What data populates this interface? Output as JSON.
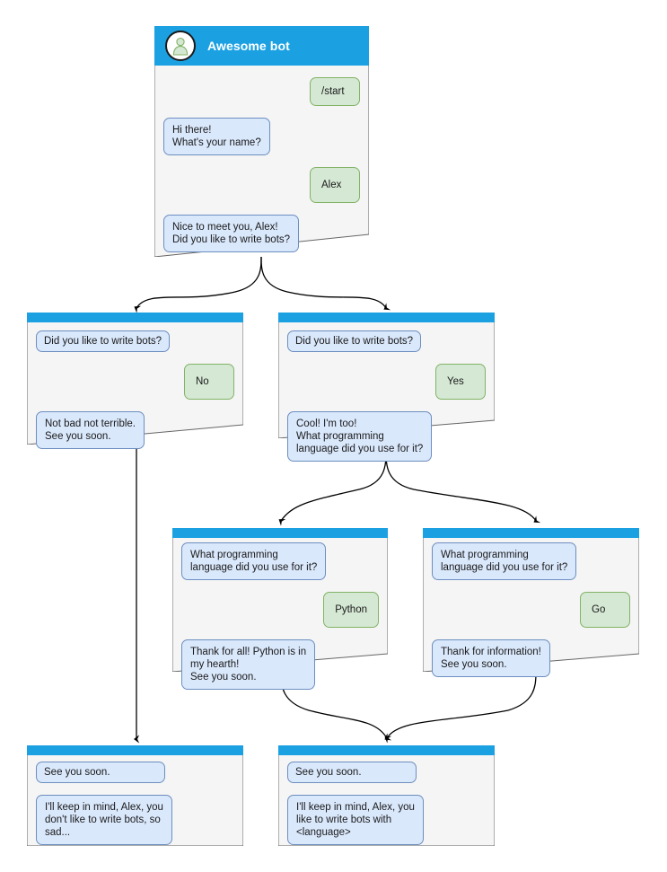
{
  "diagram": {
    "title_node": {
      "bot_name": "Awesome bot",
      "avatar_icon": "person-avatar-icon"
    },
    "colors": {
      "titlebar": "#1ba1e2",
      "bot_bubble_fill": "#dae8fc",
      "bot_bubble_border": "#6c8ebf",
      "user_bubble_fill": "#d5e8d4",
      "user_bubble_border": "#82b366",
      "node_fill": "#f5f5f5",
      "node_border": "#666666",
      "edge": "#000000",
      "canvas": "#ffffff"
    },
    "nodes": [
      {
        "id": "start",
        "has_title": true,
        "messages": [
          {
            "side": "right",
            "role": "user",
            "text": "/start"
          },
          {
            "side": "left",
            "role": "bot",
            "text": "Hi there!\nWhat's your name?"
          },
          {
            "side": "right",
            "role": "user",
            "text": "Alex"
          },
          {
            "side": "left",
            "role": "bot",
            "text": "Nice to meet you, Alex!\nDid you like to write bots?"
          }
        ]
      },
      {
        "id": "answer-no",
        "has_title": false,
        "messages": [
          {
            "side": "left",
            "role": "bot",
            "text": "Did you like to write bots?"
          },
          {
            "side": "right",
            "role": "user",
            "text": "No"
          },
          {
            "side": "left",
            "role": "bot",
            "text": "Not bad not terrible.\nSee you soon."
          }
        ]
      },
      {
        "id": "answer-yes",
        "has_title": false,
        "messages": [
          {
            "side": "left",
            "role": "bot",
            "text": "Did you like to write bots?"
          },
          {
            "side": "right",
            "role": "user",
            "text": "Yes"
          },
          {
            "side": "left",
            "role": "bot",
            "text": "Cool! I'm too!\nWhat programming\nlanguage did you use for it?"
          }
        ]
      },
      {
        "id": "lang-python",
        "has_title": false,
        "messages": [
          {
            "side": "left",
            "role": "bot",
            "text": "What programming\nlanguage did you use for it?"
          },
          {
            "side": "right",
            "role": "user",
            "text": "Python"
          },
          {
            "side": "left",
            "role": "bot",
            "text": "Thank for all! Python is in\nmy hearth!\nSee you soon."
          }
        ]
      },
      {
        "id": "lang-go",
        "has_title": false,
        "messages": [
          {
            "side": "left",
            "role": "bot",
            "text": "What programming\nlanguage did you use for it?"
          },
          {
            "side": "right",
            "role": "user",
            "text": "Go"
          },
          {
            "side": "left",
            "role": "bot",
            "text": "Thank for information!\nSee you soon."
          }
        ]
      },
      {
        "id": "end-sad",
        "has_title": false,
        "messages": [
          {
            "side": "left",
            "role": "bot",
            "text": "See you soon."
          },
          {
            "side": "left",
            "role": "bot",
            "text": "I'll keep in mind, Alex, you\ndon't like to write bots, so\nsad..."
          }
        ]
      },
      {
        "id": "end-happy",
        "has_title": false,
        "messages": [
          {
            "side": "left",
            "role": "bot",
            "text": "See you soon."
          },
          {
            "side": "left",
            "role": "bot",
            "text": "I'll keep in mind, Alex, you\nlike to write bots with\n<language>"
          }
        ]
      }
    ]
  }
}
